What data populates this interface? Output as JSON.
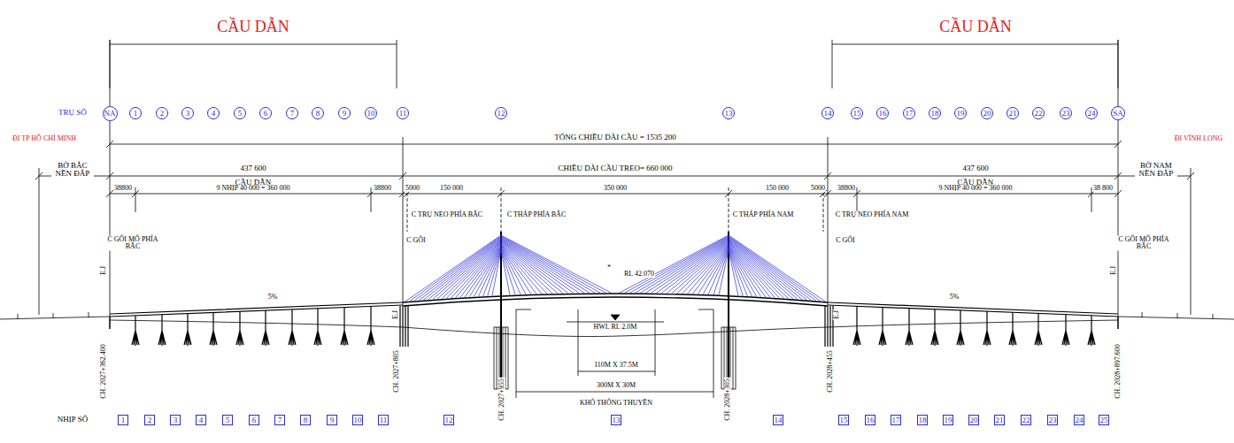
{
  "diagram": {
    "nodes": [
      {
        "text": [
          "NA"
        ]
      },
      {
        "text": [
          "1"
        ]
      },
      {
        "text": [
          "2"
        ]
      },
      {
        "text": [
          "3"
        ]
      },
      {
        "text": [
          "4"
        ]
      },
      {
        "text": [
          "5"
        ]
      },
      {
        "text": [
          "6"
        ]
      },
      {
        "text": [
          "7"
        ]
      },
      {
        "text": [
          "8"
        ]
      },
      {
        "text": [
          "9"
        ]
      },
      {
        "text": [
          "10"
        ]
      },
      {
        "text": [
          "11"
        ]
      },
      {
        "text": [
          "12"
        ]
      },
      {
        "text": [
          "13"
        ]
      },
      {
        "text": [
          "14"
        ]
      },
      {
        "text": [
          "15"
        ]
      },
      {
        "text": [
          "16"
        ]
      },
      {
        "text": [
          "17"
        ]
      },
      {
        "text": [
          "18"
        ]
      },
      {
        "text": [
          "19"
        ]
      },
      {
        "text": [
          "20"
        ]
      },
      {
        "text": [
          "21"
        ]
      },
      {
        "text": [
          "22"
        ]
      },
      {
        "text": [
          "23"
        ]
      },
      {
        "text": [
          "24"
        ]
      },
      {
        "text": [
          "SA"
        ]
      },
      {
        "text": [
          "1"
        ]
      },
      {
        "text": [
          "2"
        ]
      },
      {
        "text": [
          "3"
        ]
      },
      {
        "text": [
          "4"
        ]
      },
      {
        "text": [
          "5"
        ]
      },
      {
        "text": [
          "6"
        ]
      },
      {
        "text": [
          "7"
        ]
      },
      {
        "text": [
          "8"
        ]
      },
      {
        "text": [
          "9"
        ]
      },
      {
        "text": [
          "10"
        ]
      },
      {
        "text": [
          "11"
        ]
      },
      {
        "text": [
          "12"
        ]
      },
      {
        "text": [
          "13"
        ]
      },
      {
        "text": [
          "14"
        ]
      },
      {
        "text": [
          "15"
        ]
      },
      {
        "text": [
          "16"
        ]
      },
      {
        "text": [
          "17"
        ]
      },
      {
        "text": [
          "18"
        ]
      },
      {
        "text": [
          "19"
        ]
      },
      {
        "text": [
          "20"
        ]
      },
      {
        "text": [
          "21"
        ]
      },
      {
        "text": [
          "22"
        ]
      },
      {
        "text": [
          "23"
        ]
      },
      {
        "text": [
          "24"
        ]
      },
      {
        "text": [
          "25"
        ]
      }
    ],
    "labels": [
      "CẦU DẪN",
      "CẦU DẪN",
      "TRỤ SỐ",
      "ĐI TP HỒ CHÍ MINH",
      "ĐI VĨNH LONG",
      "TỔNG CHIỀU DÀI CẦU = 1535 200",
      "BỜ BẮC NỀN ĐẮP",
      "437 600",
      "CẦU DẪN",
      "CHIỀU DÀI CẦU TREO= 660 000",
      "437 600",
      "CẦU DẪN",
      "BỜ NAM NỀN ĐẮP",
      "38800",
      "9 NHỊP 40 000 = 360 000",
      "38800",
      "5000",
      "150 000",
      "350 000",
      "150 000",
      "5000",
      "38800",
      "9 NHỊP 40 000 = 360 000",
      "38 800",
      "C GỐI MỐ PHÍA BẮC",
      "C TRỤ NEO PHÍA BẮC",
      "C THÁP PHÍA BẮC",
      "C THÁP PHÍA NAM",
      "C TRỤ NEO PHÍA NAM",
      "C GỐI",
      "C GỐI",
      "C GỐI MỐ PHÍA BẮC",
      "E.J",
      "E.J",
      "E.J",
      "E.J",
      "5%",
      "5%",
      "*",
      "RL 42.070",
      "HWL RL 2.0M",
      "110M X 37.5M",
      "300M X 30M",
      "KHỔ THÔNG THUYỀN",
      "CH. 2027+362.400",
      "CH. 2027+805",
      "CH. 2027+955",
      "CH. 2028+305",
      "CH. 2028+455",
      "CH. 2028+897.600",
      "NHỊP SỐ"
    ]
  }
}
